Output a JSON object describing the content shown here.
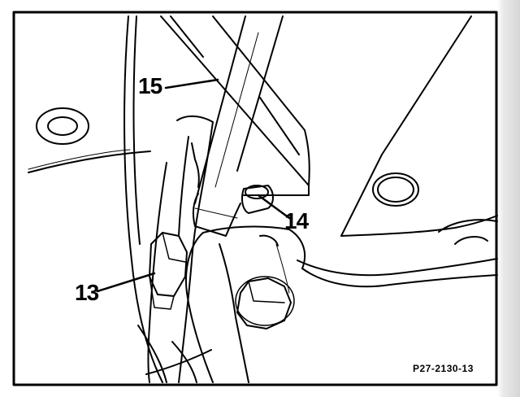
{
  "figure": {
    "callouts": {
      "part_15": "15",
      "part_14": "14",
      "part_13": "13"
    },
    "figure_code": "P27-2130-13"
  },
  "colors": {
    "ink": "#000000",
    "paper": "#ffffff"
  }
}
